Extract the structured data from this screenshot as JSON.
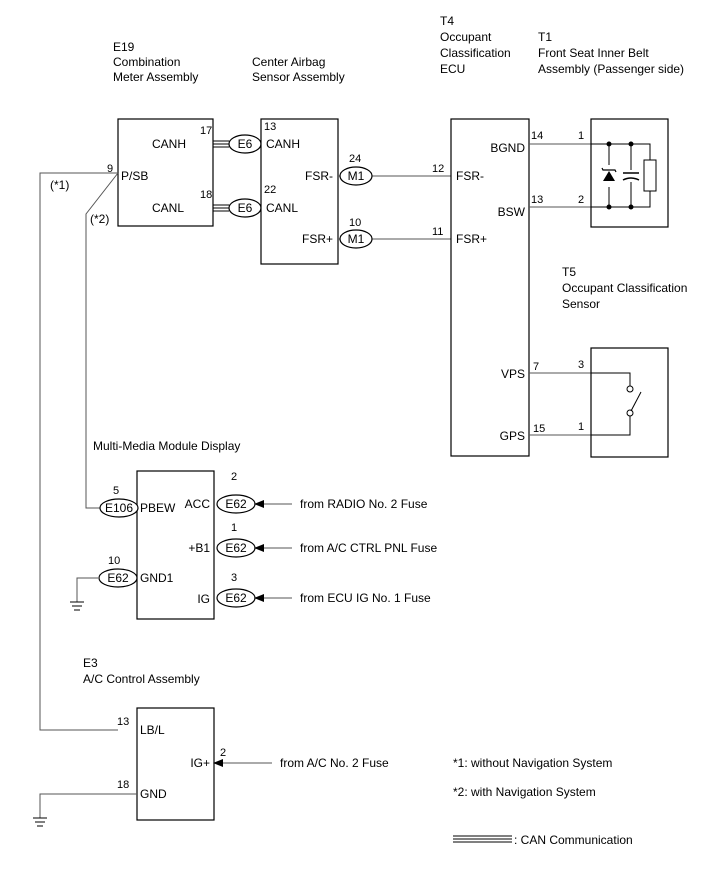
{
  "components": {
    "e19": {
      "code": "E19",
      "name1": "Combination",
      "name2": "Meter Assembly",
      "pins": {
        "canh": "CANH",
        "canl": "CANL",
        "psb": "P/SB"
      },
      "pin_numbers": {
        "canh": "17",
        "canl": "18",
        "psb": "9"
      }
    },
    "airbag": {
      "name1": "Center Airbag",
      "name2": "Sensor Assembly",
      "pins": {
        "canh": "CANH",
        "canl": "CANL",
        "fsr_minus": "FSR-",
        "fsr_plus": "FSR+"
      },
      "pin_numbers": {
        "canh": "13",
        "canl": "22",
        "fsr_minus": "24",
        "fsr_plus": "10"
      }
    },
    "t4": {
      "code": "T4",
      "name1": "Occupant",
      "name2": "Classification",
      "name3": "ECU",
      "pins": {
        "fsr_minus": "FSR-",
        "fsr_plus": "FSR+",
        "bgnd": "BGND",
        "bsw": "BSW",
        "vps": "VPS",
        "gps": "GPS"
      },
      "pin_numbers": {
        "fsr_minus": "12",
        "fsr_plus": "11",
        "bgnd": "14",
        "bsw": "13",
        "vps": "7",
        "gps": "15"
      }
    },
    "t1": {
      "code": "T1",
      "name1": "Front Seat Inner Belt",
      "name2": "Assembly (Passenger side)",
      "pin_numbers": {
        "p1": "1",
        "p2": "2"
      }
    },
    "t5": {
      "code": "T5",
      "name1": "Occupant Classification",
      "name2": "Sensor",
      "pin_numbers": {
        "p3": "3",
        "p1": "1"
      }
    },
    "mmd": {
      "name": "Multi-Media Module Display",
      "pins": {
        "pbew": "PBEW",
        "gnd1": "GND1",
        "acc": "ACC",
        "b1": "+B1",
        "ig": "IG"
      },
      "pin_numbers": {
        "pbew": "5",
        "gnd1": "10",
        "acc": "2",
        "b1": "1",
        "ig": "3"
      }
    },
    "e3": {
      "code": "E3",
      "name": "A/C Control Assembly",
      "pins": {
        "lbl": "LB/L",
        "gnd": "GND",
        "ig": "IG+"
      },
      "pin_numbers": {
        "lbl": "13",
        "gnd": "18",
        "ig": "2"
      }
    }
  },
  "connectors": {
    "e6": "E6",
    "m1": "M1",
    "e106": "E106",
    "e62": "E62"
  },
  "feeds": {
    "radio": "from RADIO No. 2 Fuse",
    "ac_ctrl": "from A/C CTRL PNL Fuse",
    "ecu_ig": "from ECU IG No. 1 Fuse",
    "ac_no2": "from A/C No. 2 Fuse"
  },
  "branch_marks": {
    "m1": "(*1)",
    "m2": "(*2)"
  },
  "notes": {
    "n1": "*1: without Navigation System",
    "n2": "*2: with Navigation System",
    "can": ": CAN Communication"
  },
  "colors": {
    "wire": "#555555",
    "line": "#000000",
    "background": "#ffffff"
  }
}
